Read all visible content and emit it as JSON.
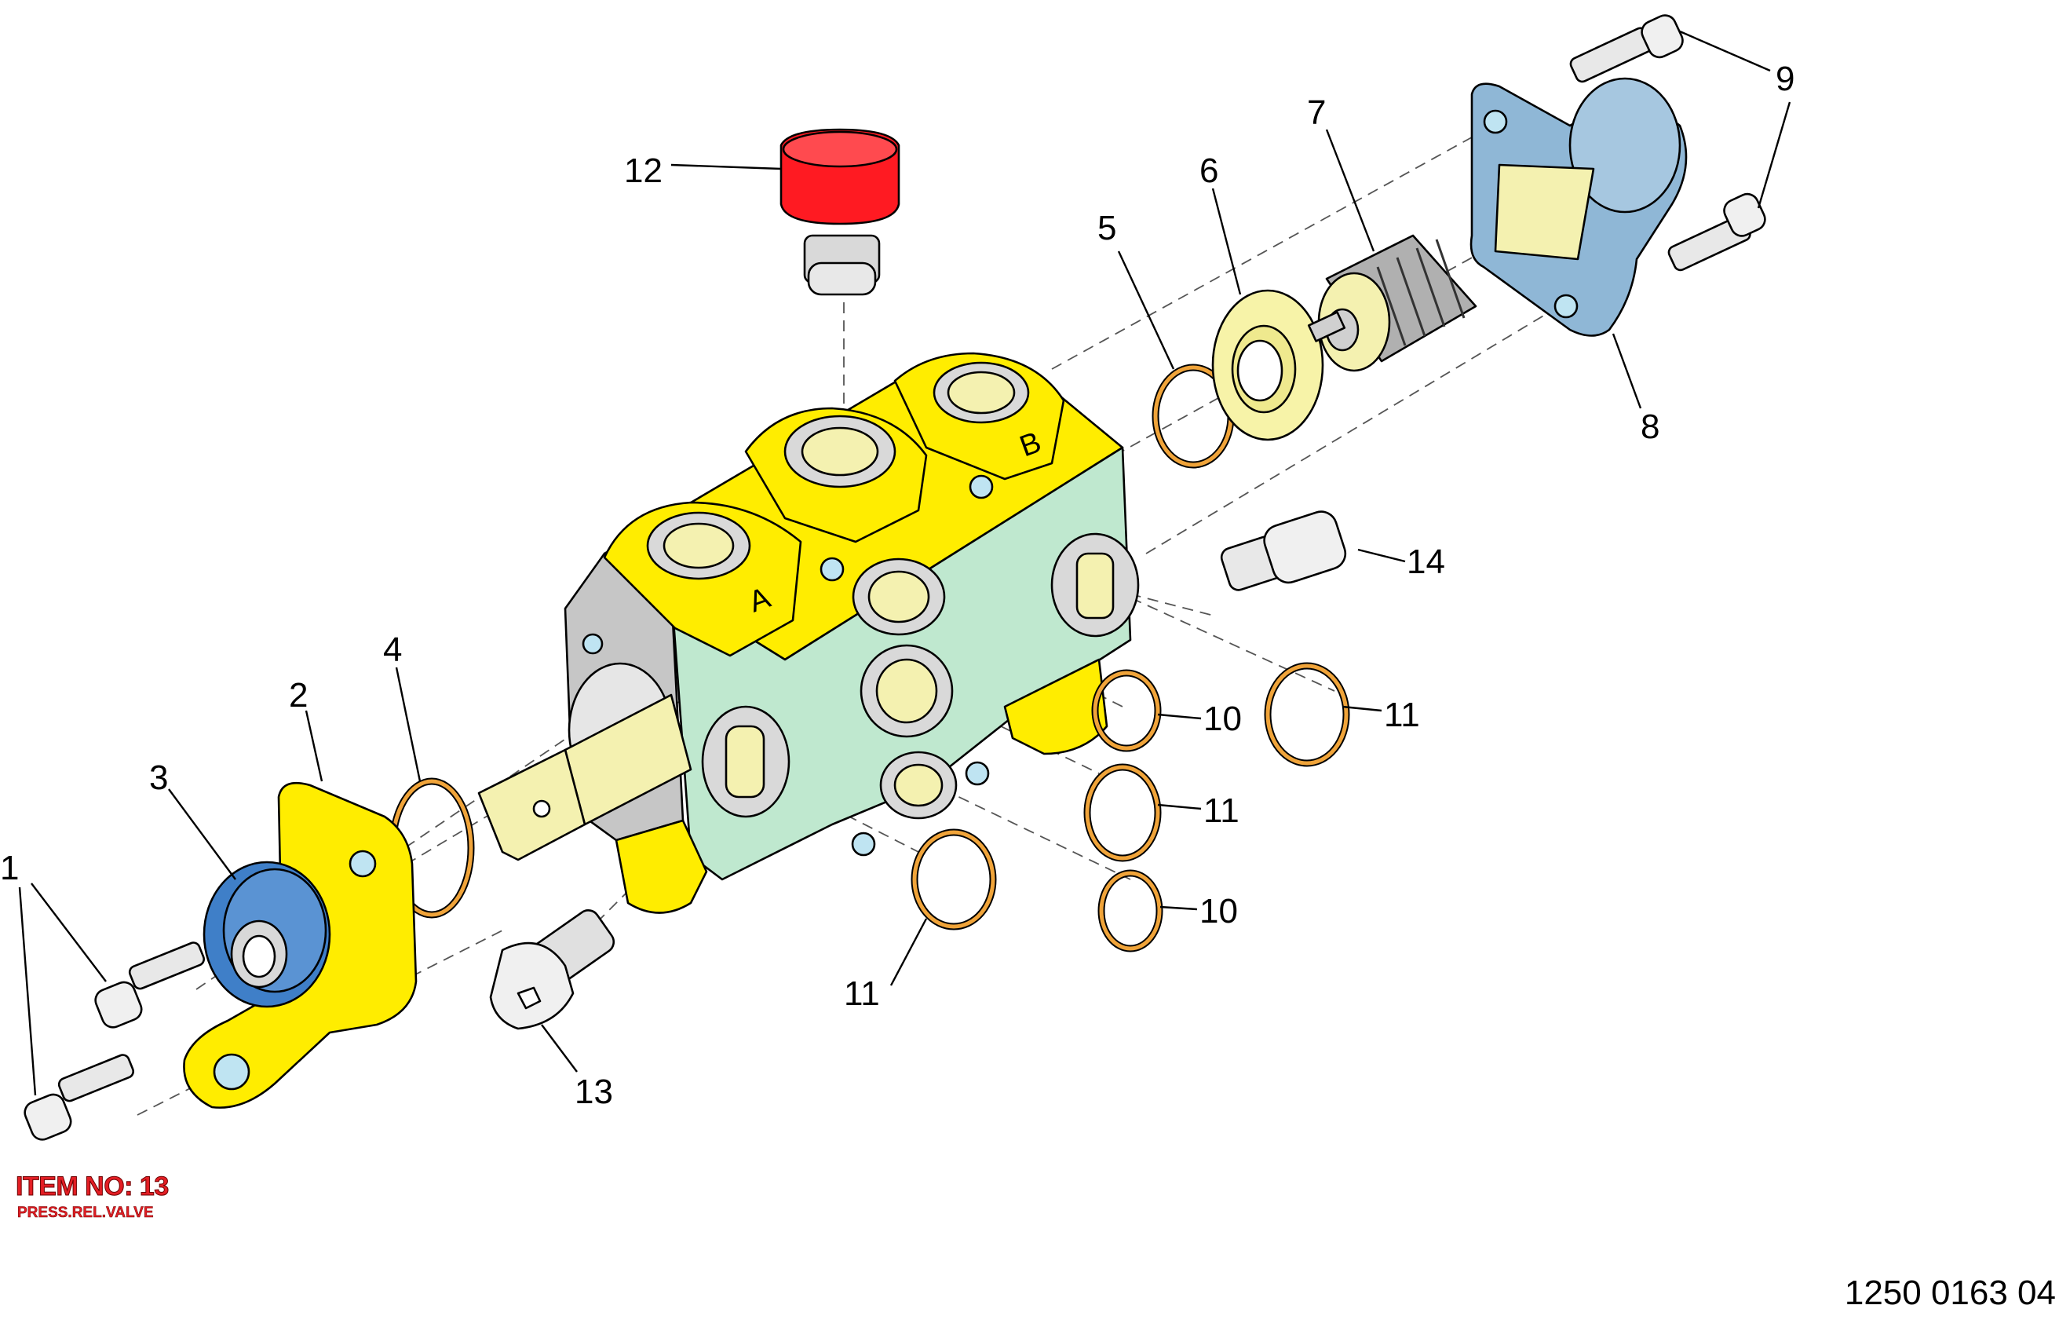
{
  "callouts": {
    "c1": "1",
    "c2": "2",
    "c3": "3",
    "c4": "4",
    "c5": "5",
    "c6": "6",
    "c7": "7",
    "c8": "8",
    "c9": "9",
    "c10a": "10",
    "c10b": "10",
    "c11a": "11",
    "c11b": "11",
    "c11c": "11",
    "c12": "12",
    "c13": "13",
    "c14": "14"
  },
  "port_labels": {
    "a": "A",
    "b": "B"
  },
  "item_label": {
    "title": "ITEM NO: 13",
    "subtitle": "PRESS.REL.VALVE"
  },
  "drawing_number": "1250 0163 04",
  "colors": {
    "body_yellow": "#ffed00",
    "face_green": "#bfe8cf",
    "side_grey": "#c6c6c6",
    "cap_red": "#ff1a22",
    "cover_blue": "#8fb7d6",
    "seal_blue": "#3f7fc8",
    "oring_orange": "#f0a43a",
    "washer_cream": "#f7f3a8",
    "bore_cream": "#f4f1b0",
    "label_red": "#e31e24"
  }
}
